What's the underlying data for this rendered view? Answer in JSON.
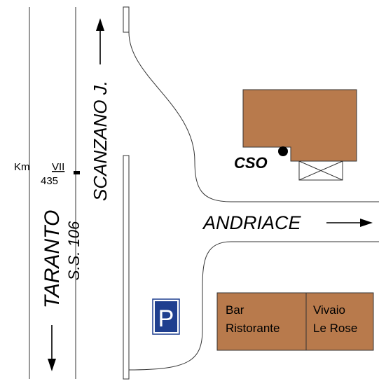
{
  "roads": {
    "highway_name": "S.S. 106",
    "south_destination": "TARANTO",
    "north_destination": "SCANZANO J.",
    "east_destination": "ANDRIACE"
  },
  "km_marker": {
    "prefix": "Km",
    "numerator": "VII",
    "denominator": "435"
  },
  "landmarks": {
    "cso_label": "CSO",
    "bar_label_line1": "Bar",
    "bar_label_line2": "Ristorante",
    "nursery_label_line1": "Vivaio",
    "nursery_label_line2": "Le Rose",
    "parking_symbol": "P"
  },
  "colors": {
    "building": "#b87a4c",
    "parking_bg": "#1f3f8f",
    "road_line": "#333333"
  }
}
